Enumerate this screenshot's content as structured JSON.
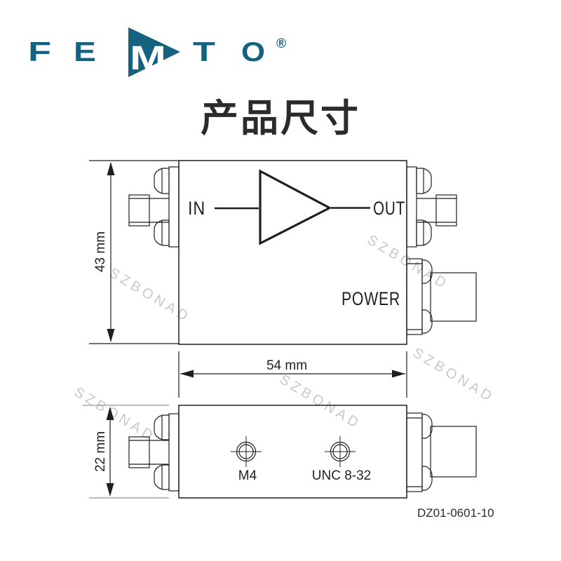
{
  "logo": {
    "letters": [
      "F",
      "E",
      "M",
      "T",
      "O"
    ],
    "registered": "®",
    "color": "#14627f",
    "m_color": "#ffffff"
  },
  "title": {
    "text": "产品尺寸"
  },
  "watermark": {
    "text": "SZBONAD",
    "color": "#c9c9c9",
    "count": 5
  },
  "diagram": {
    "top_view": {
      "in_label": "IN",
      "out_label": "OUT",
      "power_label": "POWER"
    },
    "bottom_view": {
      "m4_label": "M4",
      "unc_label": "UNC 8-32"
    },
    "dimensions": {
      "height_top": "43 mm",
      "width": "54 mm",
      "height_bottom": "22 mm"
    },
    "part_number": "DZ01-0601-10",
    "colors": {
      "line": "#1f1f1f",
      "extension_gray": "#a6a6a6",
      "title": "#2b2b2b"
    }
  }
}
